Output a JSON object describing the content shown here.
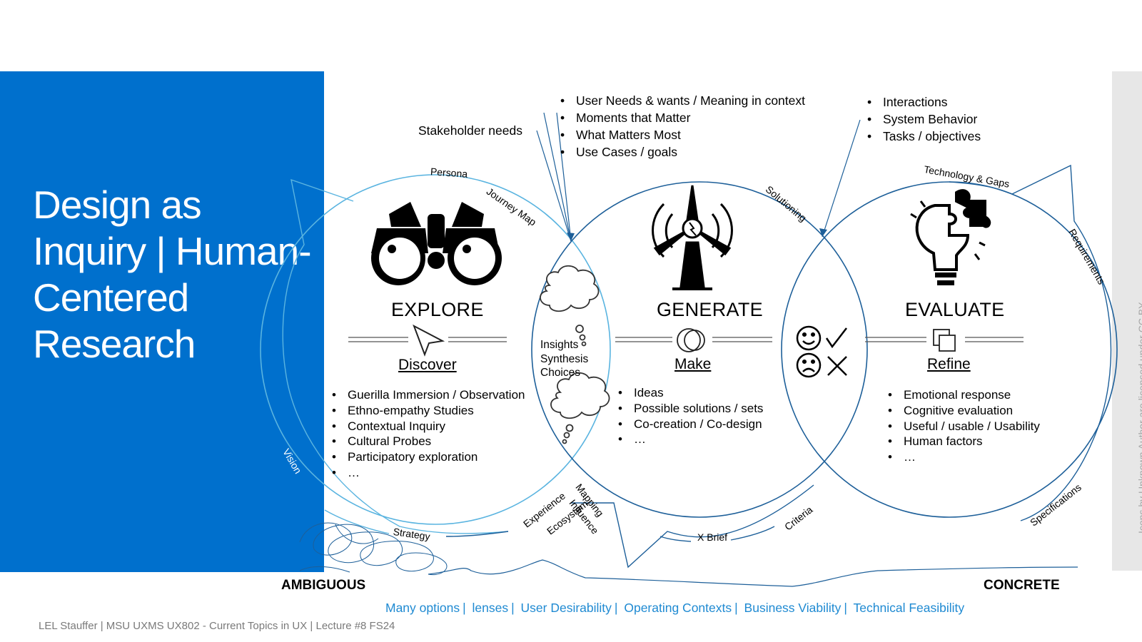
{
  "title": "Design as Inquiry | Human-Centered Research",
  "credit": {
    "prefix": "Icons by Unknown Author are licensed under ",
    "license": "CC BY"
  },
  "top_notes": {
    "stakeholder": "Stakeholder needs",
    "middle_list": [
      "User Needs & wants  / Meaning in context",
      "Moments that Matter",
      "What Matters Most",
      "Use Cases / goals"
    ],
    "right_list": [
      "Interactions",
      "System Behavior",
      "Tasks / objectives"
    ]
  },
  "arc_labels": {
    "persona": "Persona",
    "journey_map": "Journey Map",
    "solutioning": "Solutioning",
    "technology_gaps": "Technology & Gaps",
    "requirements": "Requirements",
    "specifications": "Specifications",
    "vision": "Vision",
    "strategy": "Strategy",
    "experience_ecosystem": [
      "Experience",
      "Ecosystem"
    ],
    "mapping_influence": [
      "Mapping",
      "Influence"
    ],
    "x_brief": "X Brief",
    "criteria": "Criteria"
  },
  "phases": [
    {
      "name": "EXPLORE",
      "sub": "Discover",
      "icon": "binoculars-icon",
      "items": [
        "Guerilla Immersion / Observation",
        "Ethno-empathy Studies",
        "Contextual Inquiry",
        "Cultural Probes",
        "Participatory exploration",
        "…"
      ]
    },
    {
      "name": "GENERATE",
      "sub": "Make",
      "icon": "wind-turbine-icon",
      "items": [
        "Ideas",
        "Possible solutions / sets",
        "Co-creation / Co-design",
        "…"
      ]
    },
    {
      "name": "EVALUATE",
      "sub": "Refine",
      "icon": "puzzle-bulb-icon",
      "items": [
        "Emotional response",
        "Cognitive evaluation",
        "Useful / usable / Usability",
        "Human factors",
        "…"
      ]
    }
  ],
  "insights": [
    "Insights",
    "Synthesis",
    "Choices"
  ],
  "scale": {
    "left": "AMBIGUOUS",
    "right": "CONCRETE"
  },
  "footer_options": [
    "Many options",
    "lenses",
    "User Desirability",
    "Operating Contexts",
    "Business Viability",
    "Technical Feasibility"
  ],
  "footer_left": "LEL Stauffer  |  MSU UXMS UX802  - Current Topics in UX  |   Lecture #8 FS24",
  "colors": {
    "panel_blue": "#0070cd",
    "circle_light": "#5ab4e0",
    "circle_dark": "#1d5f99",
    "footer_blue": "#1f8ad2"
  }
}
